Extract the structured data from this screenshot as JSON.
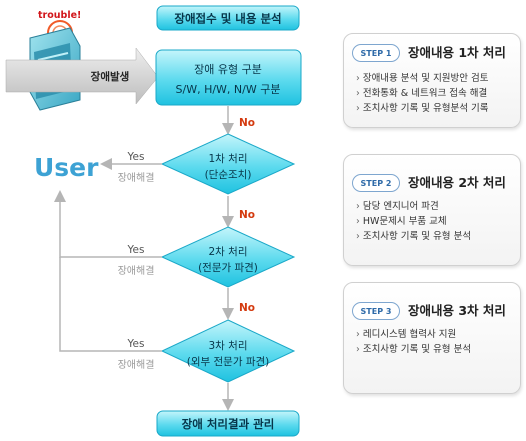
{
  "flow": {
    "top_box": "장애접수 및 내용 분석",
    "trouble_label": "trouble!",
    "occurrence_label": "장애발생",
    "type_box": {
      "line1": "장애 유형 구분",
      "line2": "S/W, H/W, N/W 구분"
    },
    "user_label": "User",
    "no_label": "No",
    "yes_label": "Yes",
    "resolved_label": "장애해결",
    "decisions": [
      {
        "line1": "1차 처리",
        "line2": "(단순조치)"
      },
      {
        "line1": "2차 처리",
        "line2": "(전문가 파견)"
      },
      {
        "line1": "3차 처리",
        "line2": "(외부 전문가 파견)"
      }
    ],
    "bottom_box": "장애 처리결과 관리"
  },
  "steps": [
    {
      "badge": "STEP 1",
      "title": "장애내용 1차 처리",
      "items": [
        "장애내용 분석 및 지원방안 검토",
        "전화통화 & 네트워크 접속 해결",
        "조치사항 기록 및 유형분석 기록"
      ]
    },
    {
      "badge": "STEP 2",
      "title": "장애내용 2차 처리",
      "items": [
        "담당 엔지니어 파견",
        "HW문제시 부품 교체",
        "조치사항 기록 및 유형 분석"
      ]
    },
    {
      "badge": "STEP 3",
      "title": "장애내용 3차 처리",
      "items": [
        "레디시스템 협력사 지원",
        "조치사항 기록 및 유형 분석"
      ]
    }
  ],
  "colors": {
    "cyan_top": "#b8f2fa",
    "cyan_bottom": "#22c6e3",
    "box_border": "#1aa8c8",
    "box_text": "#07364a",
    "user_text": "#3da2d4",
    "no_text": "#d43a0f",
    "line": "#b5b5b5",
    "badge_text": "#2e6aa8"
  }
}
